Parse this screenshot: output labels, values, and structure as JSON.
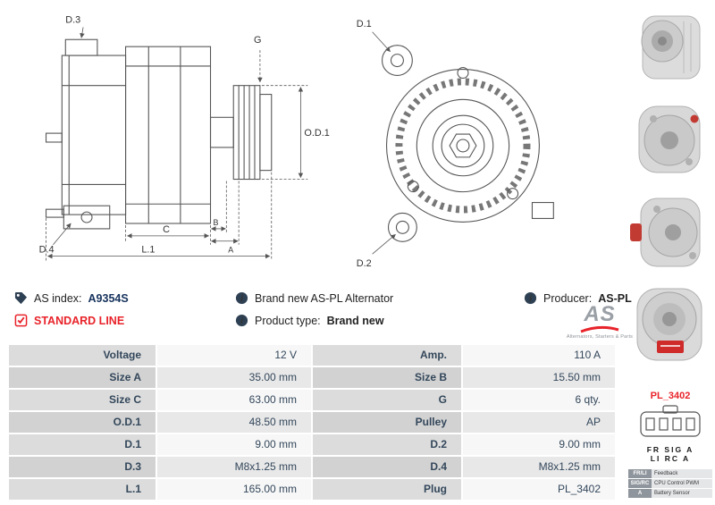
{
  "colors": {
    "red": "#e8232a",
    "navy": "#16325c",
    "table_text": "#33475b"
  },
  "icons": {
    "as_index": "tag-icon",
    "note": "info-circle-icon",
    "standard_line": "check-square-icon"
  },
  "side_view": {
    "labels": {
      "d3": "D.3",
      "g": "G",
      "od1": "O.D.1",
      "d4": "D.4",
      "c": "C",
      "b": "B",
      "a": "A",
      "l1": "L.1"
    }
  },
  "front_view": {
    "labels": {
      "d1": "D.1",
      "d2": "D.2"
    }
  },
  "info": {
    "as_index": {
      "label": "AS index:",
      "value": "A9354S"
    },
    "brand_new": "Brand new AS-PL Alternator",
    "producer": {
      "label": "Producer:",
      "value": "AS-PL"
    },
    "standard_line": "STANDARD LINE",
    "product_type": {
      "label": "Product type:",
      "value": "Brand new"
    },
    "logo": {
      "wordmark": "AS",
      "tagline": "Alternators, Starters & Parts"
    }
  },
  "connector": {
    "name": "PL_3402",
    "pin_rows": [
      "FR SIG A",
      "LI RC A"
    ],
    "legend": [
      {
        "key": "FR/LI",
        "desc": "Feedback"
      },
      {
        "key": "SIG/RC",
        "desc": "CPU Control PWM"
      },
      {
        "key": "A",
        "desc": "Battery Sensor"
      }
    ]
  },
  "spec_table": {
    "rows": [
      {
        "label1": "Voltage",
        "value1": "12 V",
        "label2": "Amp.",
        "value2": "110 A"
      },
      {
        "label1": "Size A",
        "value1": "35.00 mm",
        "label2": "Size B",
        "value2": "15.50 mm"
      },
      {
        "label1": "Size C",
        "value1": "63.00 mm",
        "label2": "G",
        "value2": "6 qty."
      },
      {
        "label1": "O.D.1",
        "value1": "48.50 mm",
        "label2": "Pulley",
        "value2": "AP"
      },
      {
        "label1": "D.1",
        "value1": "9.00 mm",
        "label2": "D.2",
        "value2": "9.00 mm"
      },
      {
        "label1": "D.3",
        "value1": "M8x1.25 mm",
        "label2": "D.4",
        "value2": "M8x1.25 mm"
      },
      {
        "label1": "L.1",
        "value1": "165.00 mm",
        "label2": "Plug",
        "value2": "PL_3402"
      }
    ]
  }
}
